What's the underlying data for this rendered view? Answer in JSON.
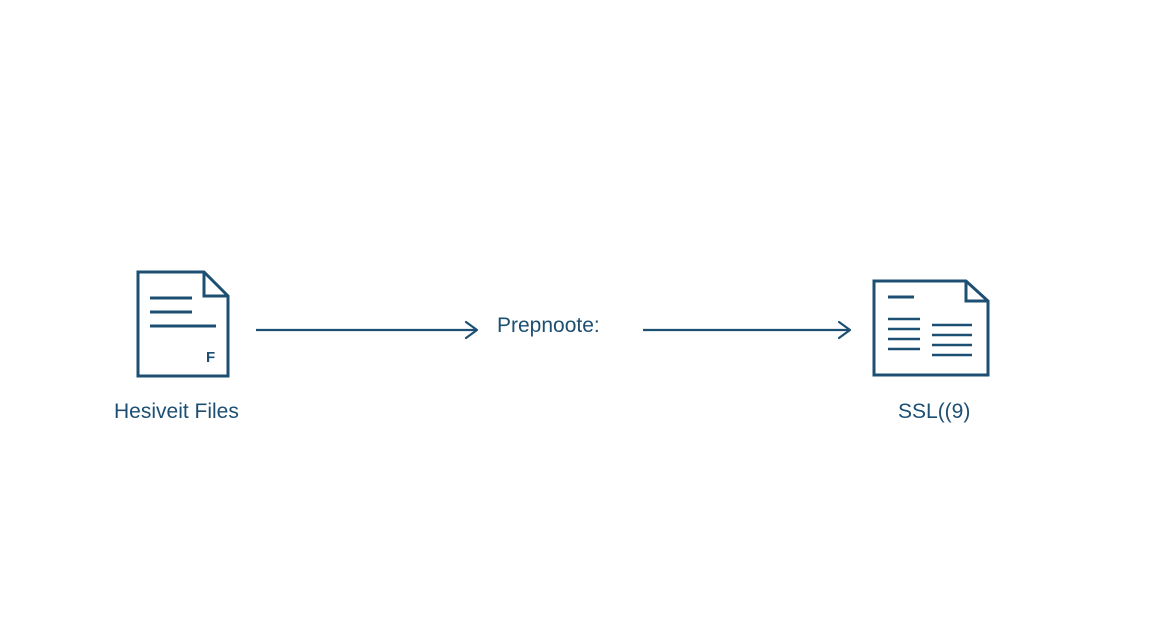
{
  "diagram": {
    "source": {
      "label": "Hesiveit Files",
      "icon": "document-icon",
      "icon_letter": "F"
    },
    "middle": {
      "label": "Prepnoote:"
    },
    "target": {
      "label": "SSL((9)",
      "icon": "spreadsheet-document-icon"
    },
    "colors": {
      "stroke": "#1d4f73",
      "background": "#ffffff"
    }
  }
}
